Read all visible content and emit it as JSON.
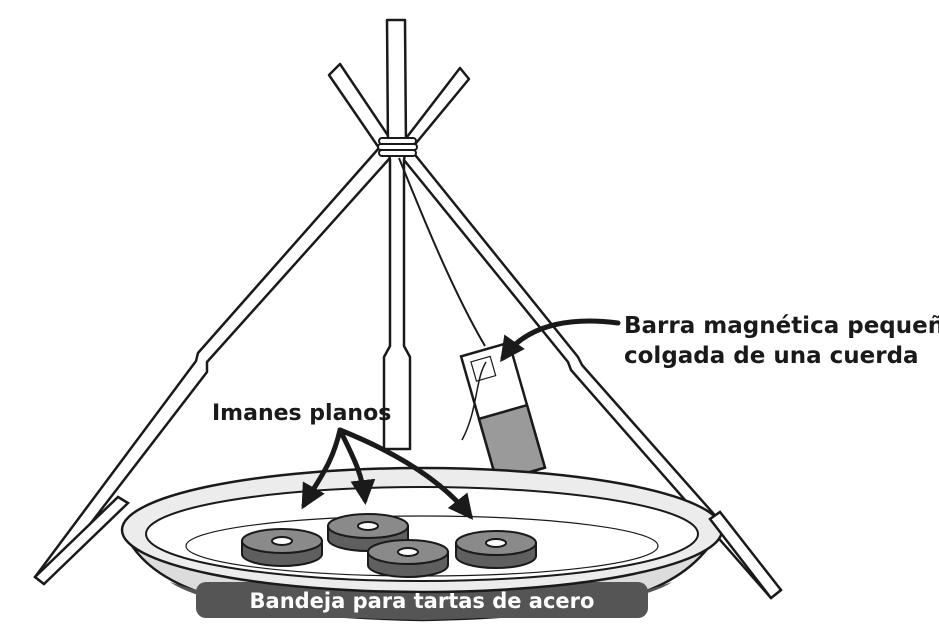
{
  "labels": {
    "bar_magnet_line1": "Barra magnética pequeña",
    "bar_magnet_line2": "colgada de una cuerda",
    "flat_magnets": "Imanes planos",
    "pie_pan": "Bandeja para tartas de acero"
  },
  "colors": {
    "outline": "#1a1a1a",
    "stick_fill": "#ffffff",
    "magnet_fill": "#8a8a8a",
    "magnet_dark": "#5f5f5f",
    "bar_magnet_gray": "#9a9a9a",
    "pan_rim": "#ececec",
    "pan_body": "#dcdcdc",
    "pan_band": "#555555"
  }
}
